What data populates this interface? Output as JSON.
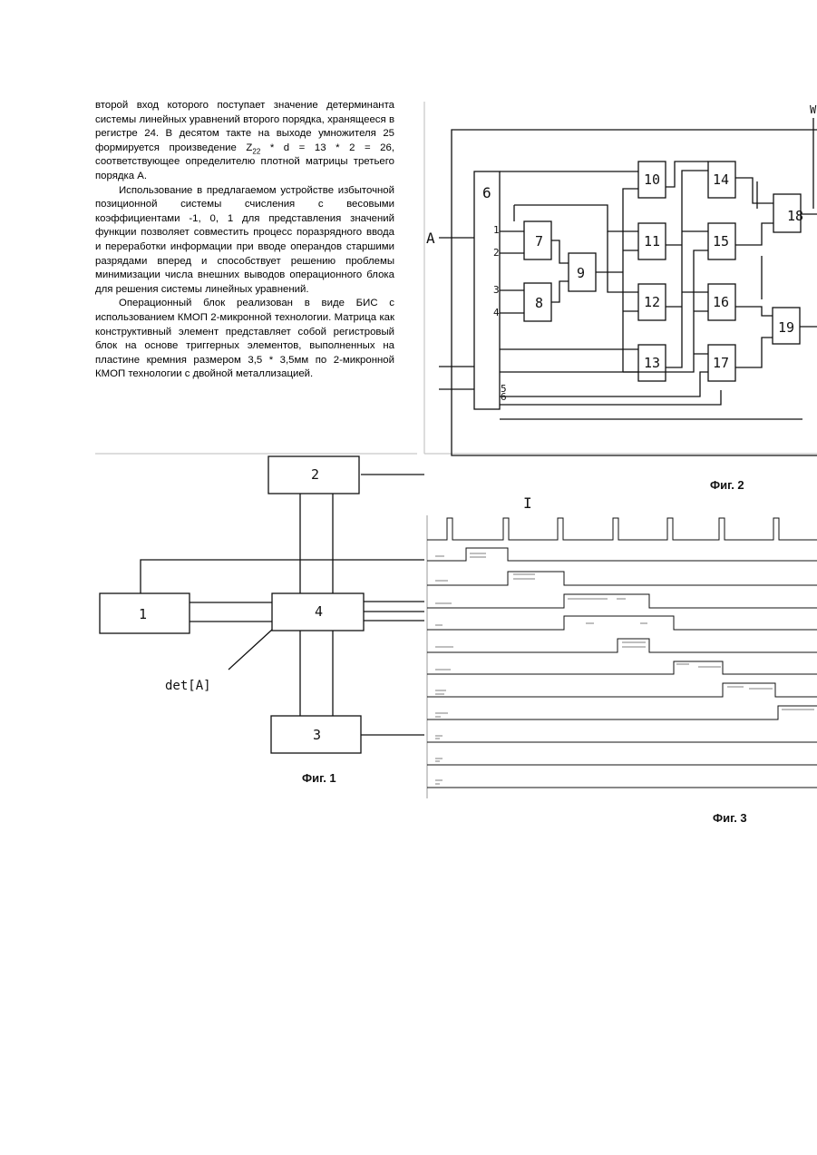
{
  "text": {
    "p1": "второй вход которого поступает значение детерминанта системы линейных уравнений второго порядка, хранящееся в регистре 24. В десятом такте на выходе умножителя 25 формируется произведение Z",
    "p1_sub": "22",
    "p1_end": " * d = 13 * 2 = 26, соответствующее определителю плотной матрицы третьего порядка А.",
    "p2": "Использование в предлагаемом устройстве избыточной позиционной системы счисления с весовыми коэффициентами -1, 0, 1 для представления значений функции позволяет совместить процесс поразрядного ввода и переработки информации при вводе операндов старшими разрядами вперед и способствует решению проблемы минимизации числа внешних выводов операционного блока для решения системы линейных уравнений.",
    "p3": "Операционный блок реализован в виде БИС с использованием КМОП 2-микронной технологии. Матрица как конструктивный элемент представляет собой регистровый блок на основе триггерных элементов, выполненных на пластине кремния размером 3,5 * 3,5мм по 2-микронной КМОП технологии с двойной металлизацией."
  },
  "fig1": {
    "caption": "Фиг. 1",
    "blocks": [
      "1",
      "2",
      "3",
      "4"
    ],
    "det_label": "det[A]"
  },
  "fig2": {
    "caption": "Фиг. 2",
    "input_label": "A",
    "top_label": "W",
    "blocks": [
      "6",
      "7",
      "8",
      "9",
      "10",
      "11",
      "12",
      "13",
      "14",
      "15",
      "16",
      "17",
      "18",
      "19"
    ],
    "pins": [
      "1",
      "2",
      "3"
    ],
    "reg_pins": [
      "1",
      "2",
      "3",
      "4",
      "5",
      "6"
    ]
  },
  "fig3": {
    "caption": "Фиг. 3",
    "marker": "I"
  }
}
